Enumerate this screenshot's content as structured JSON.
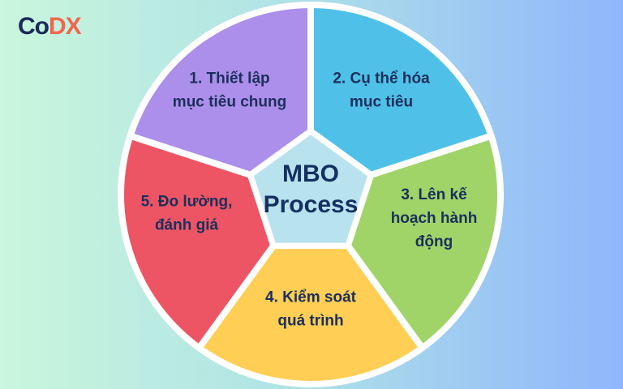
{
  "logo": {
    "part1": "Co",
    "part2": "DX"
  },
  "center": {
    "line1": "MBO",
    "line2": "Process"
  },
  "segments": [
    {
      "lines": [
        "1. Thiết lập",
        "mục tiêu chung"
      ],
      "color": "#ab8fea"
    },
    {
      "lines": [
        "2. Cụ thể hóa",
        "mục tiêu"
      ],
      "color": "#4fc1e9"
    },
    {
      "lines": [
        "3. Lên kế",
        "hoạch hành",
        "động"
      ],
      "color": "#a0d468"
    },
    {
      "lines": [
        "4. Kiểm soát",
        "quá trình"
      ],
      "color": "#ffce54"
    },
    {
      "lines": [
        "5. Đo lường,",
        "đánh giá"
      ],
      "color": "#ed5565"
    }
  ],
  "center_color": "#b8e2ee"
}
